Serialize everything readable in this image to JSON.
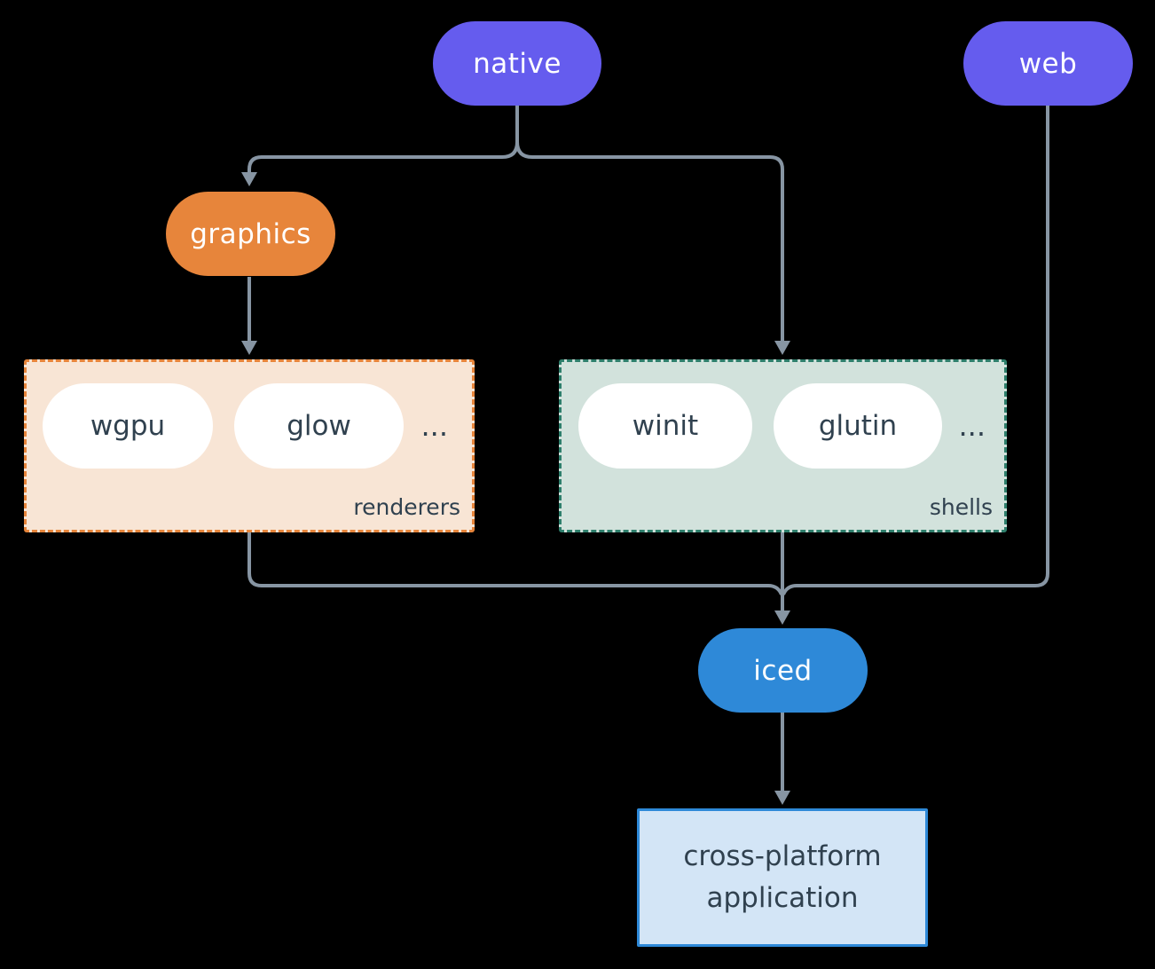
{
  "diagram": {
    "background_color": "#000000",
    "arrow_color": "#8795A3",
    "nodes": {
      "native": {
        "label": "native",
        "color": "#655CEE",
        "text_color": "#ffffff"
      },
      "web": {
        "label": "web",
        "color": "#655CEE",
        "text_color": "#ffffff"
      },
      "graphics": {
        "label": "graphics",
        "color": "#E7853B",
        "text_color": "#ffffff"
      },
      "iced": {
        "label": "iced",
        "color": "#2E89D8",
        "text_color": "#ffffff"
      },
      "application": {
        "lines": [
          "cross-platform",
          "application"
        ],
        "bg_color": "#D3E5F6",
        "border_color": "#2E89D8",
        "text_color": "#30414F"
      }
    },
    "groups": {
      "renderers": {
        "label": "renderers",
        "bg_color": "#F8E5D5",
        "border_color": "#E7853B",
        "items": [
          "wgpu",
          "glow"
        ],
        "ellipsis": "...",
        "item_text_color": "#30414F"
      },
      "shells": {
        "label": "shells",
        "bg_color": "#D2E2DC",
        "border_color": "#2E7F6C",
        "items": [
          "winit",
          "glutin"
        ],
        "ellipsis": "...",
        "item_text_color": "#30414F"
      }
    },
    "edges": [
      {
        "from": "native",
        "to": "graphics"
      },
      {
        "from": "native",
        "to": "shells"
      },
      {
        "from": "graphics",
        "to": "renderers"
      },
      {
        "from": "renderers",
        "to": "iced"
      },
      {
        "from": "shells",
        "to": "iced"
      },
      {
        "from": "web",
        "to": "iced"
      },
      {
        "from": "iced",
        "to": "application"
      }
    ]
  }
}
